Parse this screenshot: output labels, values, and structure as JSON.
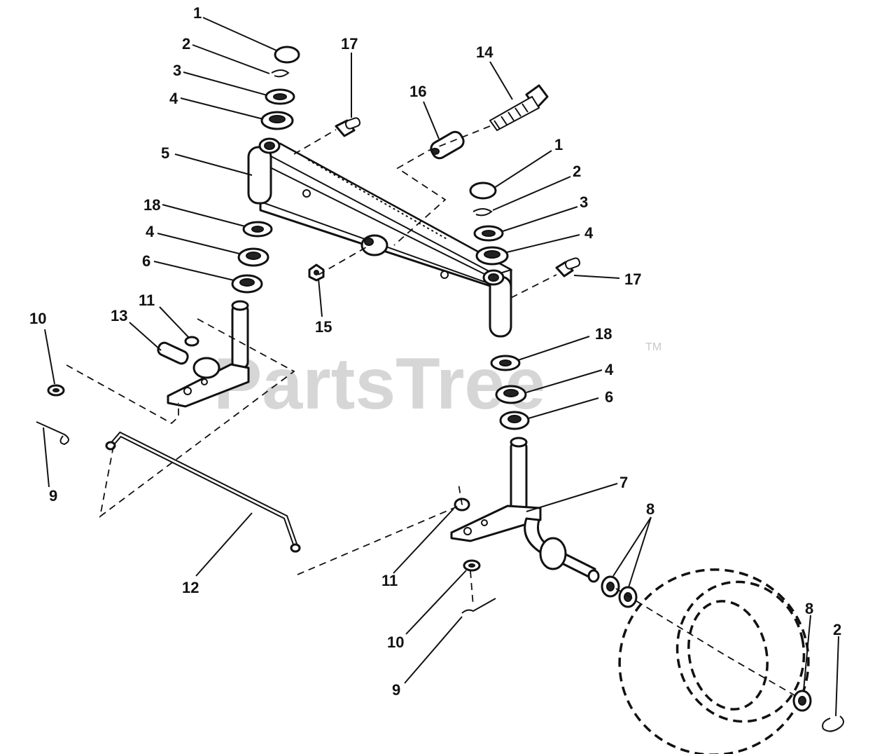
{
  "watermark": {
    "text": "PartsTree",
    "trademark": "TM"
  },
  "callouts": [
    {
      "id": "c1a",
      "label": "1"
    },
    {
      "id": "c2a",
      "label": "2"
    },
    {
      "id": "c3a",
      "label": "3"
    },
    {
      "id": "c4a",
      "label": "4"
    },
    {
      "id": "c5",
      "label": "5"
    },
    {
      "id": "c18a",
      "label": "18"
    },
    {
      "id": "c4b",
      "label": "4"
    },
    {
      "id": "c6a",
      "label": "6"
    },
    {
      "id": "c11a",
      "label": "11"
    },
    {
      "id": "c13",
      "label": "13"
    },
    {
      "id": "c10a",
      "label": "10"
    },
    {
      "id": "c9a",
      "label": "9"
    },
    {
      "id": "c17a",
      "label": "17"
    },
    {
      "id": "c16",
      "label": "16"
    },
    {
      "id": "c14",
      "label": "14"
    },
    {
      "id": "c1b",
      "label": "1"
    },
    {
      "id": "c2b",
      "label": "2"
    },
    {
      "id": "c3b",
      "label": "3"
    },
    {
      "id": "c4c",
      "label": "4"
    },
    {
      "id": "c17b",
      "label": "17"
    },
    {
      "id": "c15",
      "label": "15"
    },
    {
      "id": "c18b",
      "label": "18"
    },
    {
      "id": "c4d",
      "label": "4"
    },
    {
      "id": "c6b",
      "label": "6"
    },
    {
      "id": "c7",
      "label": "7"
    },
    {
      "id": "c8a",
      "label": "8"
    },
    {
      "id": "c12",
      "label": "12"
    },
    {
      "id": "c11b",
      "label": "11"
    },
    {
      "id": "c10b",
      "label": "10"
    },
    {
      "id": "c9b",
      "label": "9"
    },
    {
      "id": "c8b",
      "label": "8"
    },
    {
      "id": "c2c",
      "label": "2"
    }
  ]
}
